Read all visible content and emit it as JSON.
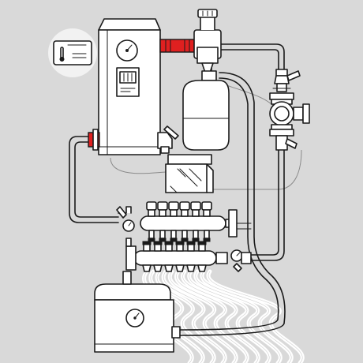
{
  "colors": {
    "background": "#d9d9d9",
    "outline": "#1a1a1a",
    "fill": "#ffffff",
    "accent": "#e02020",
    "wire": "#8a8a8a",
    "badge_circle": "#f2f2f2"
  },
  "icons": {
    "thermostat": "thermostat-icon",
    "boiler_gauge": "pressure-gauge-icon",
    "expansion_vessel": "expansion-vessel-icon",
    "pump": "circulation-pump-icon",
    "manifold": "manifold-icon",
    "floor_pipes": "underfloor-heating-loops-icon",
    "base_unit_gauge": "pressure-gauge-icon"
  },
  "manifold": {
    "supply_outlets": 6,
    "return_outlets": 6
  },
  "floor_loops": 11
}
